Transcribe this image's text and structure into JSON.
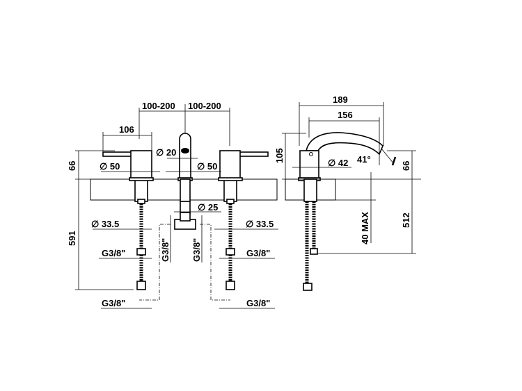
{
  "front_view": {
    "spacing_left": "100-200",
    "spacing_right": "100-200",
    "lever_length": "106",
    "height_above_deck": "66",
    "spout_diameter": "∅ 20",
    "valve_diameter_left": "∅ 50",
    "valve_diameter_right": "∅ 50",
    "total_height": "591",
    "connector_diameter": "∅ 25",
    "shank_diameter_left": "∅ 33.5",
    "shank_diameter_right": "∅ 33.5",
    "thread_left_mid": "G3/8\"",
    "thread_right_mid": "G3/8\"",
    "thread_center_left": "G3/8\"",
    "thread_center_right": "G3/8\"",
    "thread_left_bottom": "G3/8\"",
    "thread_right_bottom": "G3/8\""
  },
  "side_view": {
    "overall_reach": "189",
    "spout_reach": "156",
    "spout_height": "105",
    "body_diameter": "∅ 42",
    "spout_angle": "41°",
    "outlet_height": "66",
    "deck_max": "40 MAX",
    "below_deck": "512"
  }
}
